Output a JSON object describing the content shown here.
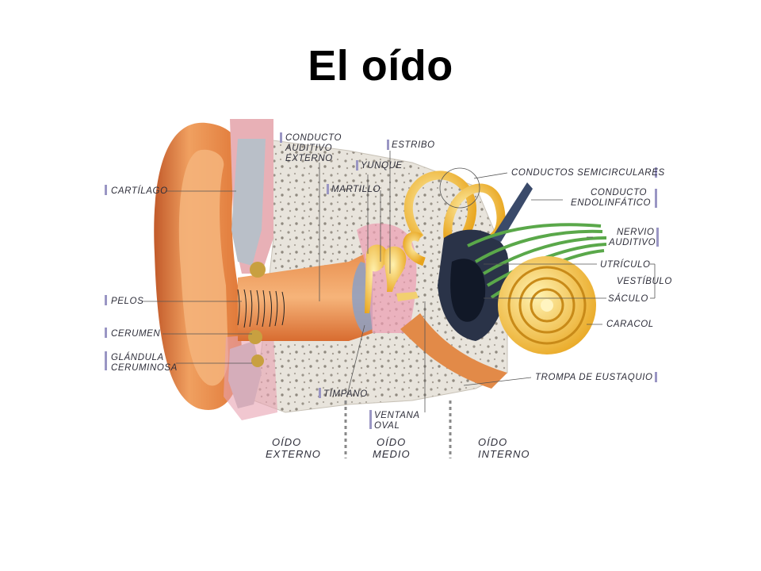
{
  "title": "El oído",
  "labels": {
    "cartilago": "CARTÍLAGO",
    "pelos": "PELOS",
    "cerumen": "CERUMEN",
    "glandula_1": "GLÁNDULA",
    "glandula_2": "CERUMINOSA",
    "conducto_1": "CONDUCTO",
    "conducto_2": "AUDITIVO",
    "conducto_3": "EXTERNO",
    "estribo": "ESTRIBO",
    "yunque": "YUNQUE",
    "martillo": "MARTILLO",
    "timpano": "TÍMPANO",
    "ventana_1": "VENTANA",
    "ventana_2": "OVAL",
    "semicirculares": "CONDUCTOS SEMICIRCULARES",
    "endolinfatico_1": "CONDUCTO",
    "endolinfatico_2": "ENDOLINFÁTICO",
    "nervio_1": "NERVIO",
    "nervio_2": "AUDITIVO",
    "utriculo": "UTRÍCULO",
    "vestibulo": "VESTÍBULO",
    "saculo": "SÁCULO",
    "caracol": "CARACOL",
    "trompa": "TROMPA DE EUSTAQUIO"
  },
  "sections": {
    "externo_1": "OÍDO",
    "externo_2": "EXTERNO",
    "medio_1": "OÍDO",
    "medio_2": "MEDIO",
    "interno_1": "OÍDO",
    "interno_2": "INTERNO"
  }
}
